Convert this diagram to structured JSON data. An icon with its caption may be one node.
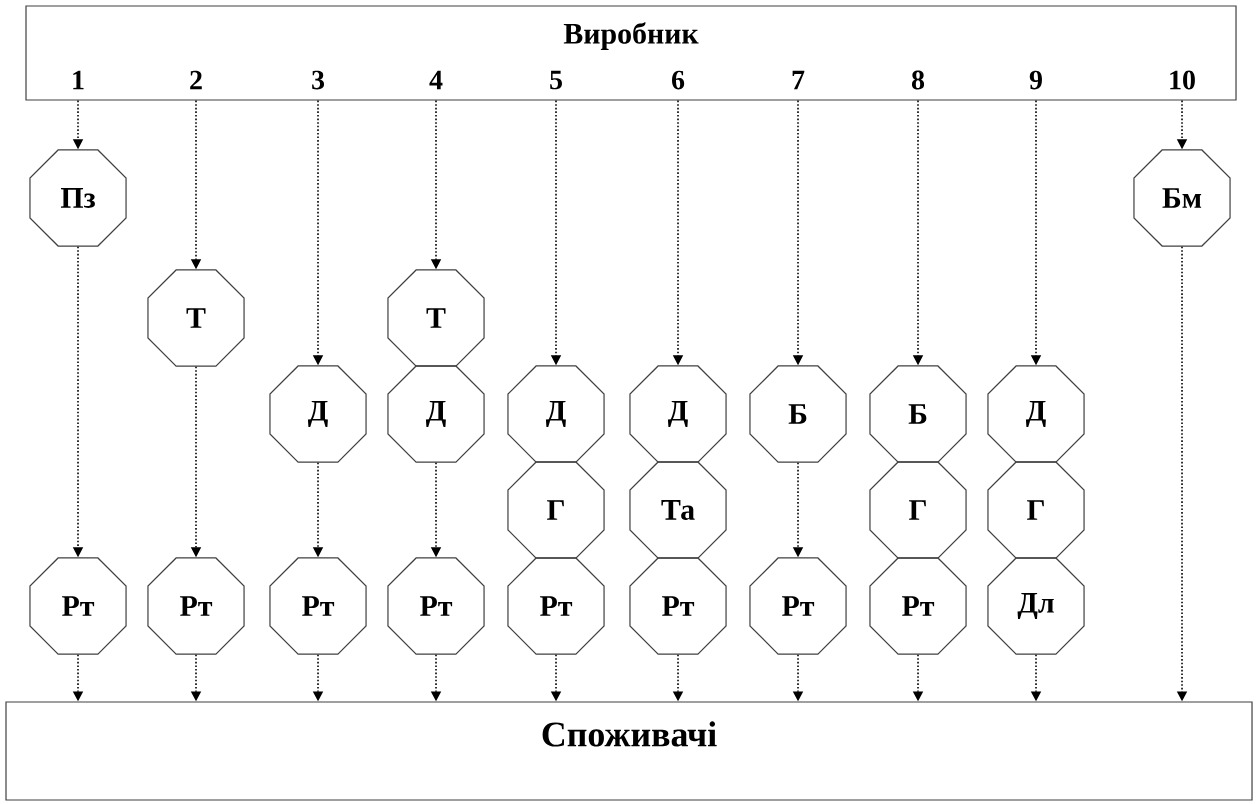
{
  "diagram": {
    "nodes": [
      {
        "text": [
          "Виробник"
        ]
      },
      {
        "text": [
          "Пз"
        ]
      },
      {
        "text": [
          "Бм"
        ]
      },
      {
        "text": [
          "Т"
        ]
      },
      {
        "text": [
          "Т"
        ]
      },
      {
        "text": [
          "Д"
        ]
      },
      {
        "text": [
          "Д"
        ]
      },
      {
        "text": [
          "Д"
        ]
      },
      {
        "text": [
          "Д"
        ]
      },
      {
        "text": [
          "Б"
        ]
      },
      {
        "text": [
          "Б"
        ]
      },
      {
        "text": [
          "Д"
        ]
      },
      {
        "text": [
          "Г"
        ]
      },
      {
        "text": [
          "Та"
        ]
      },
      {
        "text": [
          "Г"
        ]
      },
      {
        "text": [
          "Г"
        ]
      },
      {
        "text": [
          "Рт"
        ]
      },
      {
        "text": [
          "Рт"
        ]
      },
      {
        "text": [
          "Рт"
        ]
      },
      {
        "text": [
          "Рт"
        ]
      },
      {
        "text": [
          "Рт"
        ]
      },
      {
        "text": [
          "Рт"
        ]
      },
      {
        "text": [
          "Рт"
        ]
      },
      {
        "text": [
          "Рт"
        ]
      },
      {
        "text": [
          "Дл"
        ]
      },
      {
        "text": [
          "Споживачі"
        ]
      }
    ],
    "edges": [
      {
        "from": 0,
        "to": 1,
        "arrow": "to"
      },
      {
        "from": 1,
        "to": 16,
        "arrow": "to"
      },
      {
        "from": 16,
        "to": 25,
        "arrow": "to"
      },
      {
        "from": 0,
        "to": 3,
        "arrow": "to"
      },
      {
        "from": 3,
        "to": 17,
        "arrow": "to"
      },
      {
        "from": 17,
        "to": 25,
        "arrow": "to"
      },
      {
        "from": 0,
        "to": 5,
        "arrow": "to"
      },
      {
        "from": 5,
        "to": 18,
        "arrow": "to"
      },
      {
        "from": 18,
        "to": 25,
        "arrow": "to"
      },
      {
        "from": 0,
        "to": 4,
        "arrow": "to"
      },
      {
        "from": 6,
        "to": 19,
        "arrow": "to"
      },
      {
        "from": 19,
        "to": 25,
        "arrow": "to"
      },
      {
        "from": 0,
        "to": 7,
        "arrow": "to"
      },
      {
        "from": 20,
        "to": 25,
        "arrow": "to"
      },
      {
        "from": 0,
        "to": 8,
        "arrow": "to"
      },
      {
        "from": 21,
        "to": 25,
        "arrow": "to"
      },
      {
        "from": 0,
        "to": 9,
        "arrow": "to"
      },
      {
        "from": 9,
        "to": 22,
        "arrow": "to"
      },
      {
        "from": 22,
        "to": 25,
        "arrow": "to"
      },
      {
        "from": 0,
        "to": 10,
        "arrow": "to"
      },
      {
        "from": 23,
        "to": 25,
        "arrow": "to"
      },
      {
        "from": 0,
        "to": 11,
        "arrow": "to"
      },
      {
        "from": 24,
        "to": 25,
        "arrow": "to"
      },
      {
        "from": 0,
        "to": 2,
        "arrow": "to"
      },
      {
        "from": 2,
        "to": 25,
        "arrow": "to"
      }
    ],
    "labels": [
      "1",
      "2",
      "3",
      "4",
      "5",
      "6",
      "7",
      "8",
      "9",
      "10"
    ]
  }
}
